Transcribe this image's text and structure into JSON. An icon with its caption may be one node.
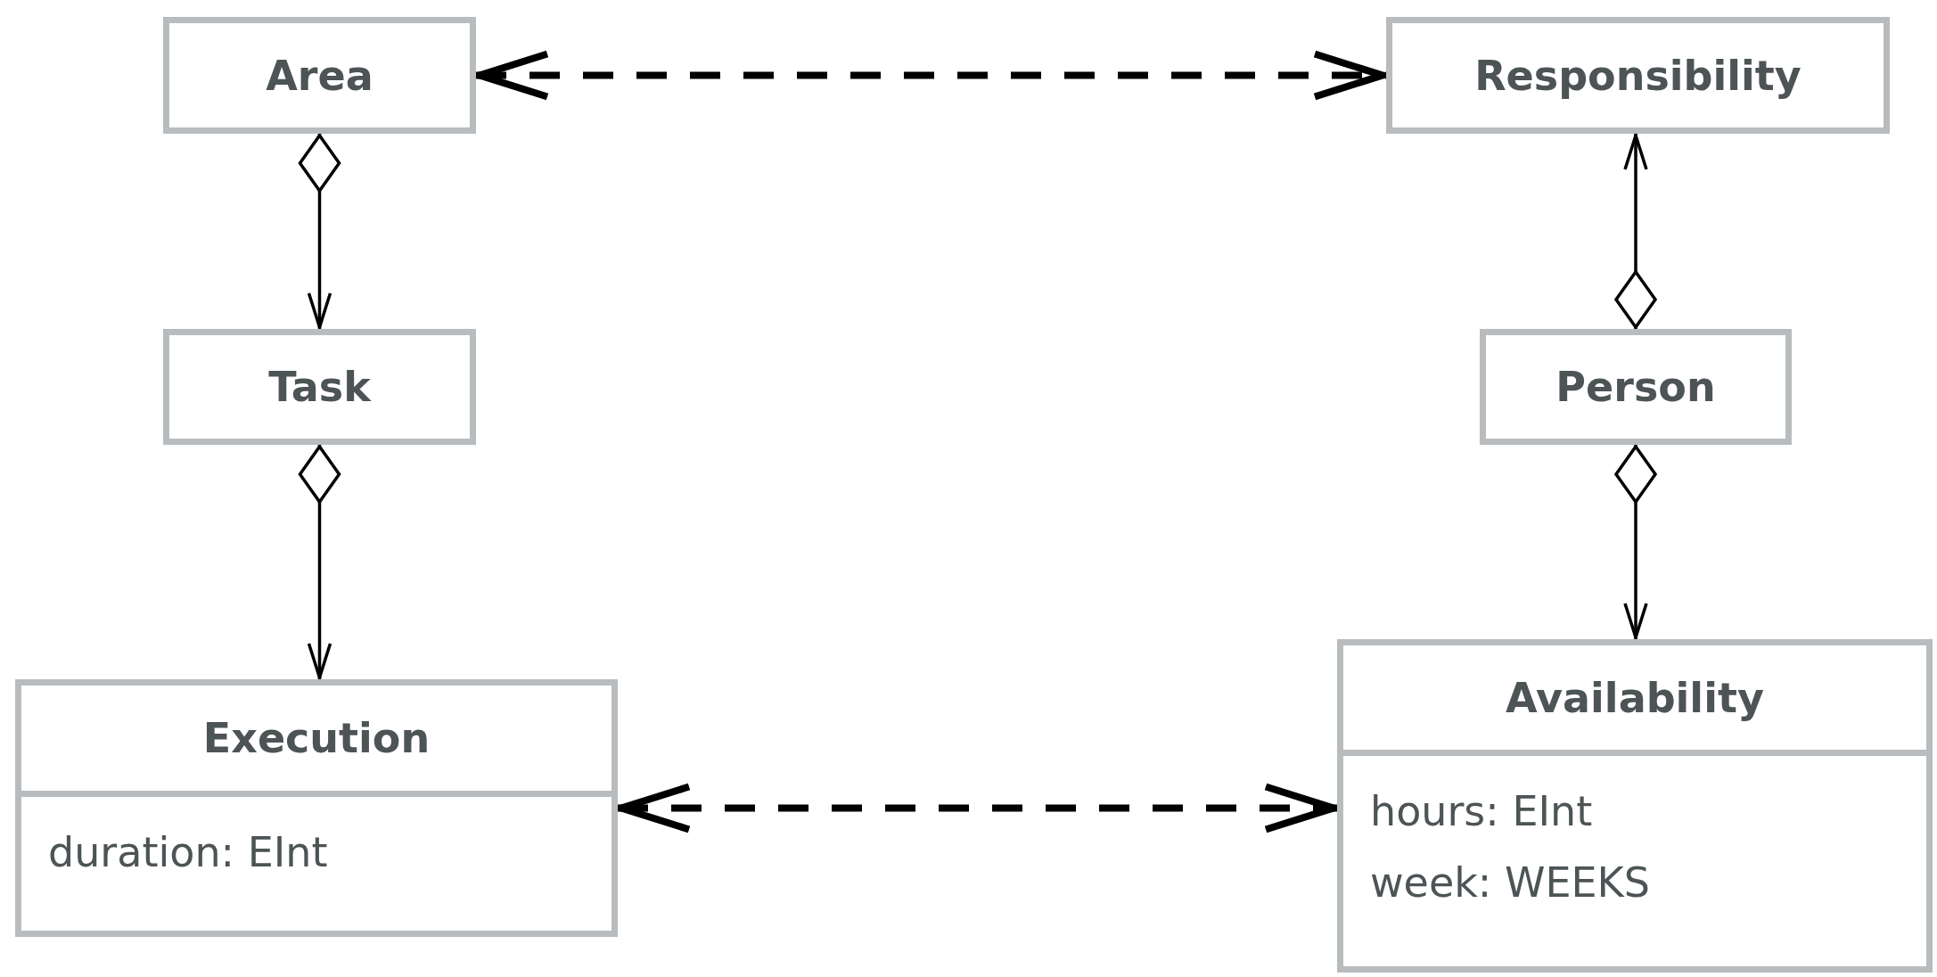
{
  "diagram": {
    "nodes": [
      {
        "text": [
          "Area"
        ]
      },
      {
        "text": [
          "Responsibility"
        ]
      },
      {
        "text": [
          "Task"
        ]
      },
      {
        "text": [
          "Person"
        ]
      },
      {
        "text": [
          "Execution",
          "duration: EInt"
        ]
      },
      {
        "text": [
          "Availability",
          "hours: EInt",
          "week: WEEKS"
        ]
      }
    ],
    "edges": [
      {
        "from": 0,
        "to": 1,
        "arrow": "both",
        "style": "dashed"
      },
      {
        "from": 0,
        "to": 2,
        "arrow": "to"
      },
      {
        "from": 3,
        "to": 1,
        "arrow": "to"
      },
      {
        "from": 2,
        "to": 4,
        "arrow": "to"
      },
      {
        "from": 3,
        "to": 5,
        "arrow": "to"
      },
      {
        "from": 4,
        "to": 5,
        "arrow": "both",
        "style": "dashed"
      }
    ]
  }
}
